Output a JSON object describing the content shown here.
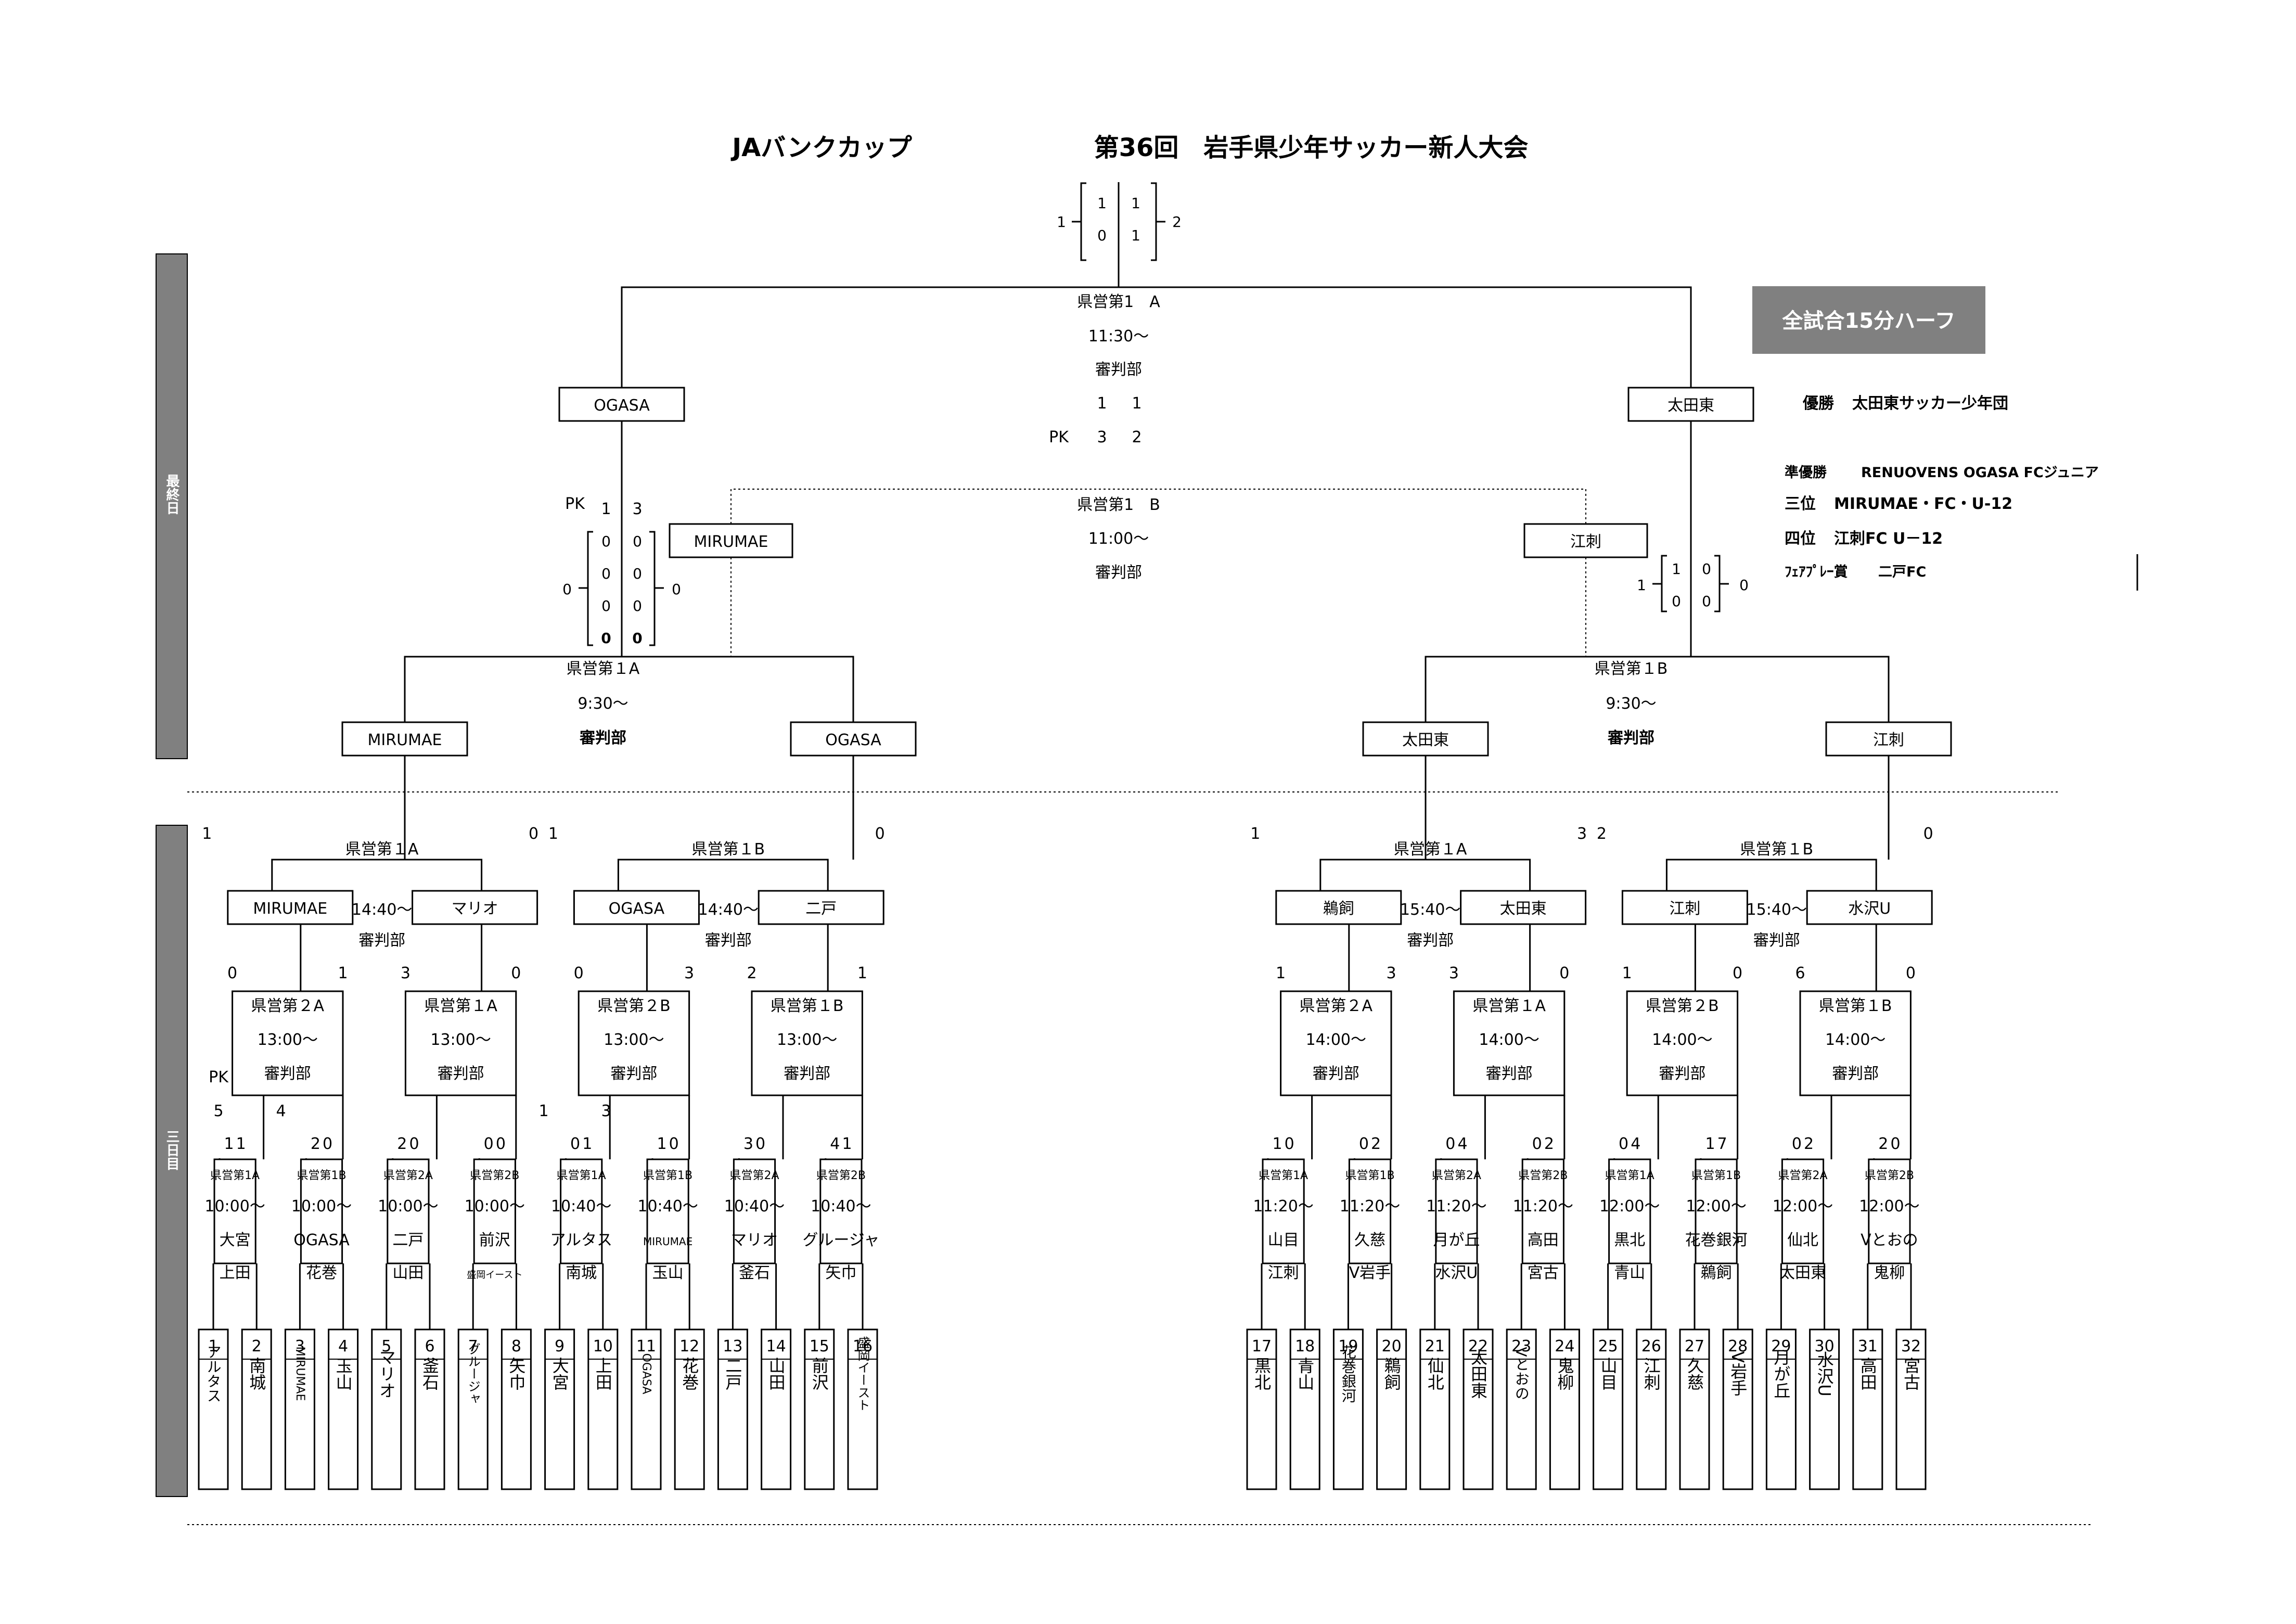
{
  "title": {
    "left": "JAバンクカップ",
    "right": "第36回　岩手県少年サッカー新人大会"
  },
  "side_labels": {
    "final_day": "最終日",
    "third_day": "三日目"
  },
  "rule_badge": "全試合15分ハーフ",
  "results": [
    {
      "rank": "優勝",
      "team": "太田東サッカー少年団"
    },
    {
      "rank": "準優勝",
      "team": "RENUOVENS OGASA FCジュニア"
    },
    {
      "rank": "三位",
      "team": "MIRUMAE・FC・U-12"
    },
    {
      "rank": "四位",
      "team": "江刺FC U－12"
    },
    {
      "rank": "ﾌｪｱﾌﾟﾚｰ賞",
      "team": "二戸FC"
    }
  ],
  "teams": [
    {
      "no": "1",
      "name": "アルタス"
    },
    {
      "no": "2",
      "name": "南城"
    },
    {
      "no": "3",
      "name": "MIRUMAE"
    },
    {
      "no": "4",
      "name": "玉山"
    },
    {
      "no": "5",
      "name": "マリオ"
    },
    {
      "no": "6",
      "name": "釜石"
    },
    {
      "no": "7",
      "name": "グルージャ"
    },
    {
      "no": "8",
      "name": "矢巾"
    },
    {
      "no": "9",
      "name": "大宮"
    },
    {
      "no": "10",
      "name": "上田"
    },
    {
      "no": "11",
      "name": "OGASA"
    },
    {
      "no": "12",
      "name": "花巻"
    },
    {
      "no": "13",
      "name": "二戸"
    },
    {
      "no": "14",
      "name": "山田"
    },
    {
      "no": "15",
      "name": "前沢"
    },
    {
      "no": "16",
      "name": "盛岡イースト"
    },
    {
      "no": "17",
      "name": "黒北"
    },
    {
      "no": "18",
      "name": "青山"
    },
    {
      "no": "19",
      "name": "花巻銀河"
    },
    {
      "no": "20",
      "name": "鵜飼"
    },
    {
      "no": "21",
      "name": "仙北"
    },
    {
      "no": "22",
      "name": "太田東"
    },
    {
      "no": "23",
      "name": "Vとおの"
    },
    {
      "no": "24",
      "name": "鬼柳"
    },
    {
      "no": "25",
      "name": "山目"
    },
    {
      "no": "26",
      "name": "江刺"
    },
    {
      "no": "27",
      "name": "久慈"
    },
    {
      "no": "28",
      "name": "V岩手"
    },
    {
      "no": "29",
      "name": "月が丘"
    },
    {
      "no": "30",
      "name": "水沢U"
    },
    {
      "no": "31",
      "name": "高田"
    },
    {
      "no": "32",
      "name": "宮古"
    }
  ],
  "round1": [
    {
      "venue": "県営第1A",
      "time": "10:00～",
      "t1": "大宮",
      "t2": "上田",
      "s1": "1",
      "s2": "1"
    },
    {
      "venue": "県営第1B",
      "time": "10:00～",
      "t1": "OGASA",
      "t2": "花巻",
      "s1": "2",
      "s2": "0"
    },
    {
      "venue": "県営第2A",
      "time": "10:00～",
      "t1": "二戸",
      "t2": "山田",
      "s1": "2",
      "s2": "0"
    },
    {
      "venue": "県営第2B",
      "time": "10:00～",
      "t1": "前沢",
      "t2": "盛岡イースト",
      "s1": "0",
      "s2": "0"
    },
    {
      "venue": "県営第1A",
      "time": "10:40～",
      "t1": "アルタス",
      "t2": "南城",
      "s1": "0",
      "s2": "1"
    },
    {
      "venue": "県営第1B",
      "time": "10:40～",
      "t1": "MIRUMAE",
      "t2": "玉山",
      "s1": "1",
      "s2": "0"
    },
    {
      "venue": "県営第2A",
      "time": "10:40～",
      "t1": "マリオ",
      "t2": "釜石",
      "s1": "3",
      "s2": "0"
    },
    {
      "venue": "県営第2B",
      "time": "10:40～",
      "t1": "グルージャ",
      "t2": "矢巾",
      "s1": "4",
      "s2": "1"
    },
    {
      "venue": "県営第1A",
      "time": "11:20～",
      "t1": "山目",
      "t2": "江刺",
      "s1": "1",
      "s2": "0"
    },
    {
      "venue": "県営第1B",
      "time": "11:20～",
      "t1": "久慈",
      "t2": "V岩手",
      "s1": "0",
      "s2": "2"
    },
    {
      "venue": "県営第2A",
      "time": "11:20～",
      "t1": "月が丘",
      "t2": "水沢U",
      "s1": "0",
      "s2": "4"
    },
    {
      "venue": "県営第2B",
      "time": "11:20～",
      "t1": "高田",
      "t2": "宮古",
      "s1": "0",
      "s2": "2"
    },
    {
      "venue": "県営第1A",
      "time": "12:00～",
      "t1": "黒北",
      "t2": "青山",
      "s1": "0",
      "s2": "4"
    },
    {
      "venue": "県営第1B",
      "time": "12:00～",
      "t1": "花巻銀河",
      "t2": "鵜飼",
      "s1": "1",
      "s2": "7"
    },
    {
      "venue": "県営第2A",
      "time": "12:00～",
      "t1": "仙北",
      "t2": "太田東",
      "s1": "0",
      "s2": "2"
    },
    {
      "venue": "県営第2B",
      "time": "12:00～",
      "t1": "Vとおの",
      "t2": "鬼柳",
      "s1": "2",
      "s2": "0"
    }
  ],
  "round2": [
    {
      "venue": "県営第２A",
      "time": "13:00～",
      "ref": "審判部",
      "s1": "0",
      "s2": "1",
      "pk_label": "PK",
      "pk1": "5",
      "pk2": "4"
    },
    {
      "venue": "県営第１A",
      "time": "13:00～",
      "ref": "審判部",
      "s1": "3",
      "s2": "0",
      "pk_label": "PK",
      "pk1": "1",
      "pk2": "3"
    },
    {
      "venue": "県営第２B",
      "time": "13:00～",
      "ref": "審判部",
      "s1": "0",
      "s2": "3"
    },
    {
      "venue": "県営第１B",
      "time": "13:00～",
      "ref": "審判部",
      "s1": "2",
      "s2": "1"
    },
    {
      "venue": "県営第２A",
      "time": "14:00～",
      "ref": "審判部",
      "s1": "1",
      "s2": "3"
    },
    {
      "venue": "県営第１A",
      "time": "14:00～",
      "ref": "審判部",
      "s1": "3",
      "s2": "0"
    },
    {
      "venue": "県営第２B",
      "time": "14:00～",
      "ref": "審判部",
      "s1": "1",
      "s2": "0"
    },
    {
      "venue": "県営第１B",
      "time": "14:00～",
      "ref": "審判部",
      "s1": "6",
      "s2": "0"
    }
  ],
  "qf": [
    {
      "venue": "県営第１A",
      "time": "14:40～",
      "ref": "審判部",
      "t1": "MIRUMAE",
      "t2": "マリオ",
      "s1": "1",
      "s2": "0"
    },
    {
      "venue": "県営第１B",
      "time": "14:40～",
      "ref": "審判部",
      "t1": "OGASA",
      "t2": "二戸",
      "s1": "1",
      "s2": "0"
    },
    {
      "venue": "県営第１A",
      "time": "15:40～",
      "ref": "審判部",
      "t1": "鵜飼",
      "t2": "太田東",
      "s1": "1",
      "s2": "3"
    },
    {
      "venue": "県営第１B",
      "time": "15:40～",
      "ref": "審判部",
      "t1": "江刺",
      "t2": "水沢U",
      "s1": "2",
      "s2": "0"
    }
  ],
  "sf": [
    {
      "venue": "県営第１A",
      "time": "9:30～",
      "ref": "審判部",
      "t1": "MIRUMAE",
      "t2": "OGASA"
    },
    {
      "venue": "県営第１B",
      "time": "9:30～",
      "ref": "審判部",
      "t1": "太田東",
      "t2": "江刺"
    }
  ],
  "sf_left_score": {
    "pk_label": "PK",
    "pk": [
      "1",
      "3"
    ],
    "rows": [
      [
        "0",
        "0"
      ],
      [
        "0",
        "0"
      ],
      [
        "0",
        "0"
      ],
      [
        "0",
        "0"
      ]
    ],
    "total": [
      "0",
      "0"
    ]
  },
  "sf_right_score": {
    "rows": [
      [
        "1",
        "0"
      ],
      [
        "0",
        "0"
      ]
    ],
    "total": [
      "1",
      "0"
    ]
  },
  "third_place": {
    "venue": "県営第1　B",
    "time": "11:00～",
    "ref": "審判部",
    "t1": "MIRUMAE",
    "t2": "江刺"
  },
  "final": {
    "venue": "県営第1　A",
    "time": "11:30～",
    "ref": "審判部",
    "t1": "OGASA",
    "t2": "太田東",
    "s1": "1",
    "s2": "1",
    "pk_label": "PK",
    "pk1": "3",
    "pk2": "2"
  },
  "third_score": {
    "rows": [
      [
        "1",
        "1"
      ],
      [
        "0",
        "1"
      ]
    ],
    "total": [
      "1",
      "2"
    ]
  }
}
